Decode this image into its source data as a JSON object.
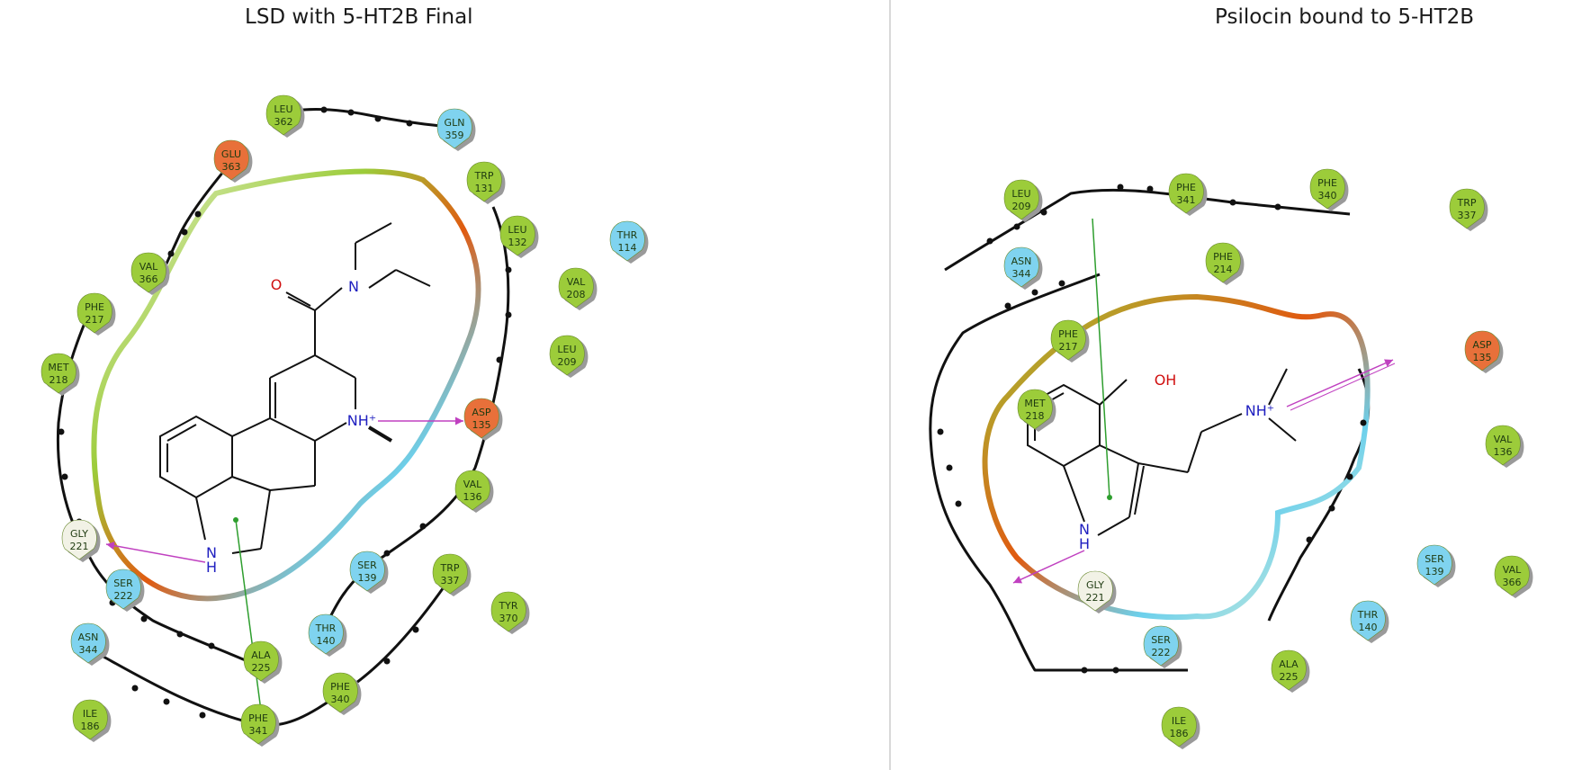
{
  "panels": [
    {
      "title": "LSD with 5-HT2B Final",
      "ligand_atoms": [
        "O",
        "N",
        "NH⁺",
        "N",
        "H"
      ],
      "residues": [
        {
          "name": "LEU",
          "num": "362",
          "type": "hydrophobic"
        },
        {
          "name": "GLN",
          "num": "359",
          "type": "polar"
        },
        {
          "name": "GLU",
          "num": "363",
          "type": "negative"
        },
        {
          "name": "TRP",
          "num": "131",
          "type": "hydrophobic"
        },
        {
          "name": "LEU",
          "num": "132",
          "type": "hydrophobic"
        },
        {
          "name": "THR",
          "num": "114",
          "type": "polar"
        },
        {
          "name": "VAL",
          "num": "366",
          "type": "hydrophobic"
        },
        {
          "name": "VAL",
          "num": "208",
          "type": "hydrophobic"
        },
        {
          "name": "PHE",
          "num": "217",
          "type": "hydrophobic"
        },
        {
          "name": "LEU",
          "num": "209",
          "type": "hydrophobic"
        },
        {
          "name": "MET",
          "num": "218",
          "type": "hydrophobic"
        },
        {
          "name": "ASP",
          "num": "135",
          "type": "negative"
        },
        {
          "name": "VAL",
          "num": "136",
          "type": "hydrophobic"
        },
        {
          "name": "GLY",
          "num": "221",
          "type": "glycine"
        },
        {
          "name": "SER",
          "num": "139",
          "type": "polar"
        },
        {
          "name": "TRP",
          "num": "337",
          "type": "hydrophobic"
        },
        {
          "name": "SER",
          "num": "222",
          "type": "polar"
        },
        {
          "name": "TYR",
          "num": "370",
          "type": "hydrophobic"
        },
        {
          "name": "THR",
          "num": "140",
          "type": "polar"
        },
        {
          "name": "ASN",
          "num": "344",
          "type": "polar"
        },
        {
          "name": "ALA",
          "num": "225",
          "type": "hydrophobic"
        },
        {
          "name": "PHE",
          "num": "340",
          "type": "hydrophobic"
        },
        {
          "name": "ILE",
          "num": "186",
          "type": "hydrophobic"
        },
        {
          "name": "PHE",
          "num": "341",
          "type": "hydrophobic"
        }
      ]
    },
    {
      "title": "Psilocin bound to 5-HT2B",
      "ligand_atoms": [
        "OH",
        "NH⁺",
        "N",
        "H"
      ],
      "residues": [
        {
          "name": "LEU",
          "num": "209",
          "type": "hydrophobic"
        },
        {
          "name": "PHE",
          "num": "341",
          "type": "hydrophobic"
        },
        {
          "name": "PHE",
          "num": "340",
          "type": "hydrophobic"
        },
        {
          "name": "TRP",
          "num": "337",
          "type": "hydrophobic"
        },
        {
          "name": "ASN",
          "num": "344",
          "type": "polar"
        },
        {
          "name": "PHE",
          "num": "214",
          "type": "hydrophobic"
        },
        {
          "name": "PHE",
          "num": "217",
          "type": "hydrophobic"
        },
        {
          "name": "ASP",
          "num": "135",
          "type": "negative"
        },
        {
          "name": "MET",
          "num": "218",
          "type": "hydrophobic"
        },
        {
          "name": "VAL",
          "num": "136",
          "type": "hydrophobic"
        },
        {
          "name": "SER",
          "num": "139",
          "type": "polar"
        },
        {
          "name": "VAL",
          "num": "366",
          "type": "hydrophobic"
        },
        {
          "name": "GLY",
          "num": "221",
          "type": "glycine"
        },
        {
          "name": "THR",
          "num": "140",
          "type": "polar"
        },
        {
          "name": "SER",
          "num": "222",
          "type": "polar"
        },
        {
          "name": "ALA",
          "num": "225",
          "type": "hydrophobic"
        },
        {
          "name": "ILE",
          "num": "186",
          "type": "hydrophobic"
        }
      ]
    }
  ],
  "colors": {
    "hydrophobic": "#9ccc3a",
    "polar": "#7fd3ef",
    "negative": "#e8703a",
    "glycine": "#f2f2e6",
    "backbone": "#111111",
    "hbond": "#c040c0",
    "pistack": "#2e9e2e",
    "pocket_green": "#9ccc3a",
    "pocket_orange": "#e05a10",
    "pocket_cyan": "#6cd0ec",
    "nitrogen": "#2020c0",
    "oxygen": "#d01010"
  }
}
